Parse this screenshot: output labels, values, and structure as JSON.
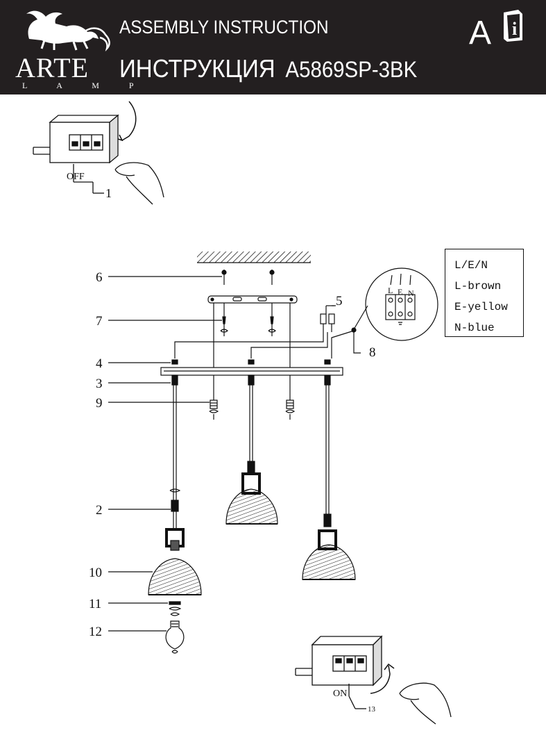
{
  "header": {
    "brand": "ARTE",
    "brand_sub": "L A M P",
    "title_en": "ASSEMBLY INSTRUCTION",
    "title_ru": "ИНСТРУКЦИЯ",
    "model": "A5869SP-3BK",
    "lang": "A"
  },
  "switch_off": {
    "label": "OFF",
    "step": "1"
  },
  "switch_on": {
    "label": "ON",
    "step": "13"
  },
  "legend": {
    "title": "L/E/N",
    "rows": [
      "L-brown",
      "E-yellow",
      "N-blue"
    ]
  },
  "terminal": {
    "l": "L",
    "e": "E",
    "n": "N"
  },
  "callouts": [
    "2",
    "3",
    "4",
    "5",
    "6",
    "7",
    "8",
    "9",
    "10",
    "11",
    "12"
  ],
  "colors": {
    "header_bg": "#231f20",
    "ink": "#111111"
  }
}
